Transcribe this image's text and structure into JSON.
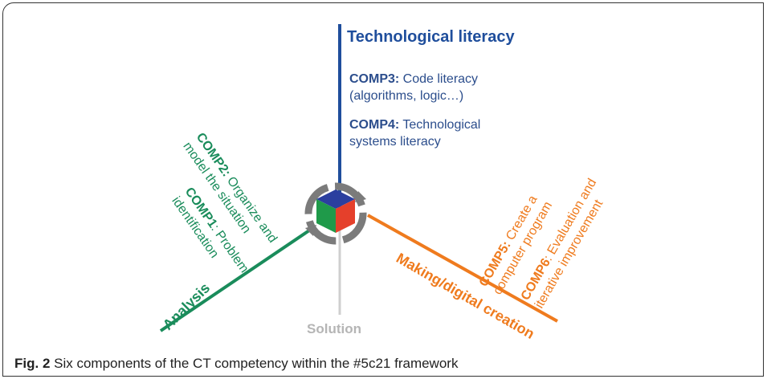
{
  "axes": {
    "top": {
      "title": "Technological literacy",
      "color": "#1f4e9c"
    },
    "left": {
      "title": "Analysis",
      "color": "#1a8c5b"
    },
    "right": {
      "title": "Making/digital creation",
      "color": "#ef7b1e"
    },
    "bottom": {
      "title": "Solution",
      "color": "#b5b5b5"
    }
  },
  "components": {
    "comp3": {
      "key": "COMP3:",
      "line1": " Code literacy",
      "line2": "(algorithms, logic…)"
    },
    "comp4": {
      "key": "COMP4:",
      "line1": " Technological",
      "line2": "systems literacy"
    },
    "comp2": {
      "key": "COMP2:",
      "line1": " Organize and",
      "line2": "model the situation"
    },
    "comp1": {
      "key": "COMP1",
      "line1": ": Problem",
      "line2": "identification"
    },
    "comp5": {
      "key": "COMP5:",
      "line1": " Create a",
      "line2": "computer program"
    },
    "comp6": {
      "key": "COMP6",
      "line1": ": Evaluation and",
      "line2": "iterative improvement"
    }
  },
  "caption": {
    "label": "Fig. 2",
    "text": " Six components of the CT competency within the #5c21 framework"
  }
}
